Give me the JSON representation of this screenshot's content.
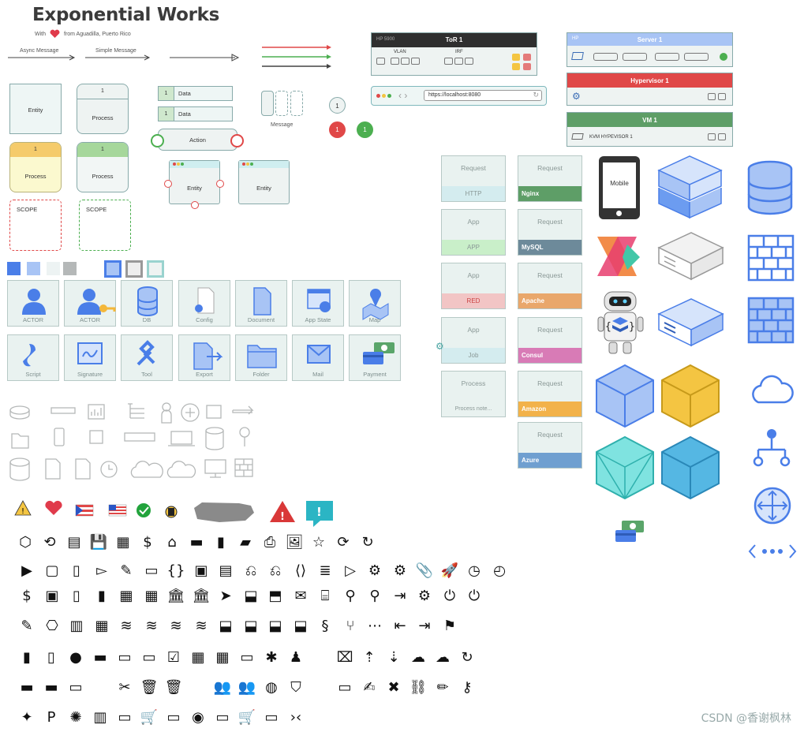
{
  "header": {
    "title": "Exponential Works",
    "with_prefix": "With",
    "with_suffix": "from Aguadilla, Puerto Rico"
  },
  "arrows": {
    "async": "Async Message",
    "simple": "Simple Message"
  },
  "shapes": {
    "entity": "Entity",
    "process": "Process",
    "step_number": "1",
    "scope": "SCOPE",
    "data": "Data",
    "action": "Action",
    "message": "Message"
  },
  "network": {
    "tor_model": "HP 5900",
    "tor_title": "ToR 1",
    "vlan": "VLAN",
    "irf": "IRF",
    "browser_url": "https://localhost:8080",
    "server_tag": "HP",
    "server_title": "Server 1",
    "hypervisor": "Hypervisor 1",
    "vm": "VM 1",
    "kvm": "KVM HYPEVISOR 1"
  },
  "icon_cards": [
    {
      "label": "ACTOR"
    },
    {
      "label": "ACTOR"
    },
    {
      "label": "DB"
    },
    {
      "label": "Config"
    },
    {
      "label": "Document"
    },
    {
      "label": "App State"
    },
    {
      "label": "Map"
    },
    {
      "label": "Script"
    },
    {
      "label": "Signature"
    },
    {
      "label": "Tool"
    },
    {
      "label": "Export"
    },
    {
      "label": "Folder"
    },
    {
      "label": "Mail"
    },
    {
      "label": "Payment"
    }
  ],
  "tiles_left": [
    {
      "title": "Request",
      "bar": "HTTP",
      "color": "#d4ecef"
    },
    {
      "title": "App",
      "bar": "APP",
      "color": "#c9efc9"
    },
    {
      "title": "App",
      "bar": "RED",
      "color": "#f2c5c5"
    },
    {
      "title": "App",
      "bar": "Job",
      "color": "#d4ecef"
    },
    {
      "title": "Process",
      "bar": "",
      "note": "Process note...",
      "color": "#e9f2f0"
    }
  ],
  "tiles_right": [
    {
      "title": "Request",
      "bar": "Nginx",
      "color": "#5e9e67"
    },
    {
      "title": "Request",
      "bar": "MySQL",
      "color": "#6d8a9a"
    },
    {
      "title": "Request",
      "bar": "Apache",
      "color": "#e9a76b"
    },
    {
      "title": "Request",
      "bar": "Consul",
      "color": "#d87bb6"
    },
    {
      "title": "Request",
      "bar": "Amazon",
      "color": "#f2b24a"
    },
    {
      "title": "Request",
      "bar": "Azure",
      "color": "#6f9fd0"
    }
  ],
  "mobile_label": "Mobile",
  "badges": {
    "grey": "1",
    "red": "1",
    "green": "1"
  },
  "colors": {
    "blue": "#4a7ee8",
    "light_blue": "#a8c4f5",
    "red": "#e04848",
    "green": "#4caf50",
    "yellow": "#f4c542",
    "teal": "#7fe3e0"
  },
  "watermark": "CSDN @香谢枫林"
}
